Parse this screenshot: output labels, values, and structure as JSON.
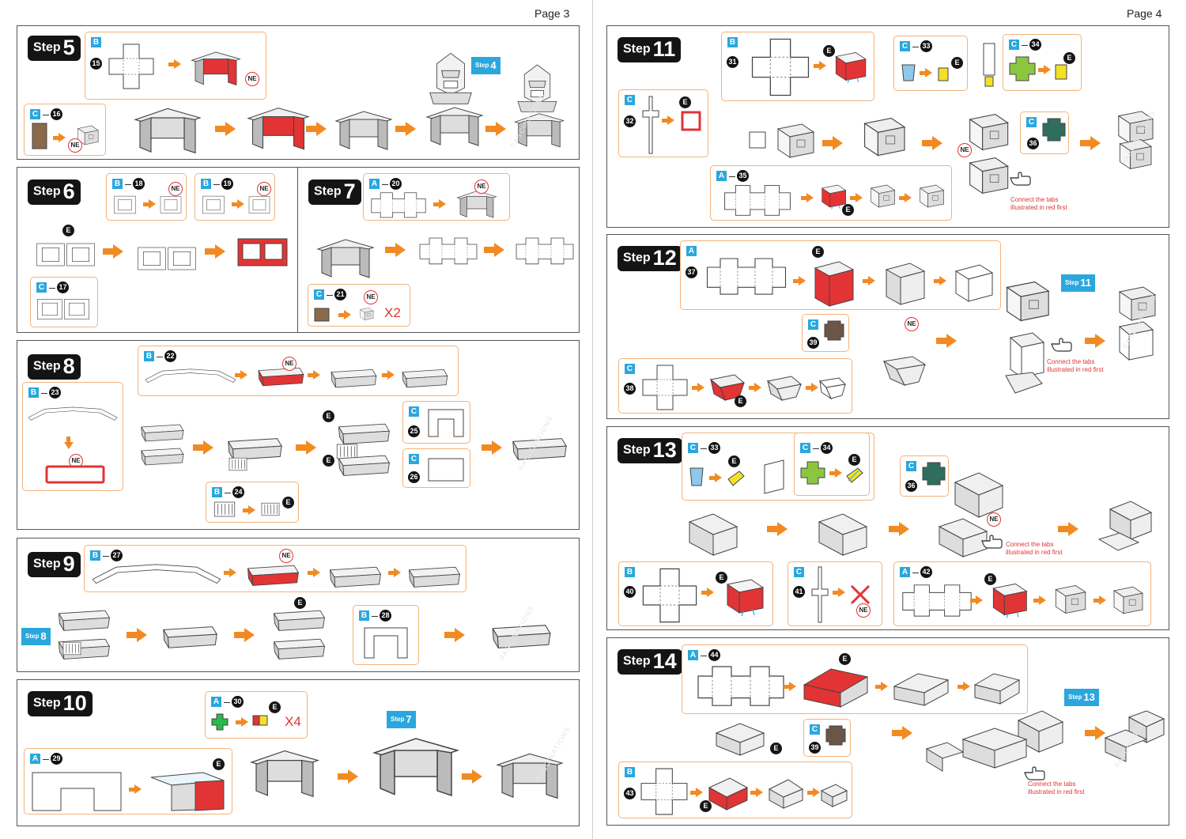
{
  "pages": {
    "left": "Page 3",
    "right": "Page 4"
  },
  "step_word": "Step",
  "steps": {
    "s5": "5",
    "s6": "6",
    "s7": "7",
    "s8": "8",
    "s9": "9",
    "s10": "10",
    "s11": "11",
    "s12": "12",
    "s13": "13",
    "s14": "14"
  },
  "ref_steps": {
    "r4": "4",
    "r7": "7",
    "r8": "8",
    "r11": "11",
    "r13": "13"
  },
  "sheets": {
    "a": "A",
    "b": "B",
    "c": "C"
  },
  "badges": {
    "e": "E",
    "ne": "NE"
  },
  "multipliers": {
    "x2": "X2",
    "x4": "X4"
  },
  "note_line1": "Connect the tabs",
  "note_line2": "illustrated in red first",
  "watermark": "FASCINATIONS",
  "parts": {
    "p15": "15",
    "p16": "16",
    "p17": "17",
    "p18": "18",
    "p19": "19",
    "p20": "20",
    "p21": "21",
    "p22": "22",
    "p23": "23",
    "p24": "24",
    "p25": "25",
    "p26": "26",
    "p27": "27",
    "p28": "28",
    "p29": "29",
    "p30": "30",
    "p31": "31",
    "p32": "32",
    "p33": "33",
    "p34": "34",
    "p35": "35",
    "p36": "36",
    "p37": "37",
    "p38": "38",
    "p39": "39",
    "p40": "40",
    "p41": "41",
    "p42": "42",
    "p43": "43",
    "p44": "44"
  },
  "colors": {
    "accent_orange": "#f28a22",
    "tag_blue": "#2aa7dd",
    "highlight_red": "#e23434",
    "box_border": "#f3b37a",
    "part_brown": "#8a6a4a",
    "part_green": "#8cc63f",
    "part_teal": "#2f6e5e",
    "part_yellow": "#f5e028"
  },
  "icons": [
    "pointing-hand-icon",
    "arrow-right-icon",
    "arrow-down-icon",
    "triangle-marker-icon",
    "dot-marker-icon"
  ]
}
